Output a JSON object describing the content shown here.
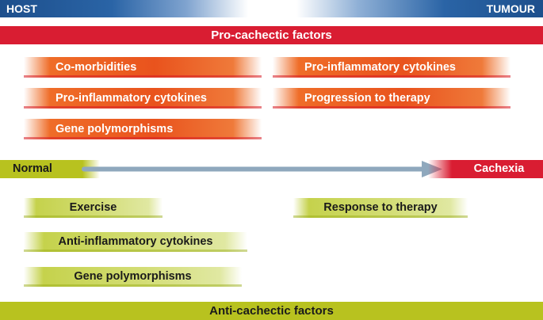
{
  "header": {
    "left_label": "HOST",
    "right_label": "TUMOUR"
  },
  "pro_cachectic": {
    "title": "Pro-cachectic factors",
    "host_factors": [
      "Co-morbidities",
      "Pro-inflammatory cytokines",
      "Gene polymorphisms"
    ],
    "tumour_factors": [
      "Pro-inflammatory cytokines",
      "Progression to therapy"
    ]
  },
  "axis": {
    "start_label": "Normal",
    "end_label": "Cachexia"
  },
  "anti_cachectic": {
    "title": "Anti-cachectic factors",
    "host_factors": [
      "Exercise",
      "Anti-inflammatory cytokines",
      "Gene polymorphisms"
    ],
    "tumour_factors": [
      "Response to therapy"
    ]
  },
  "colors": {
    "host_blue": "#1d4f8c",
    "pro_red": "#d91d32",
    "pro_orange": "#e9531d",
    "anti_green": "#b8c21f",
    "arrow_grey": "#8fa8bd"
  }
}
